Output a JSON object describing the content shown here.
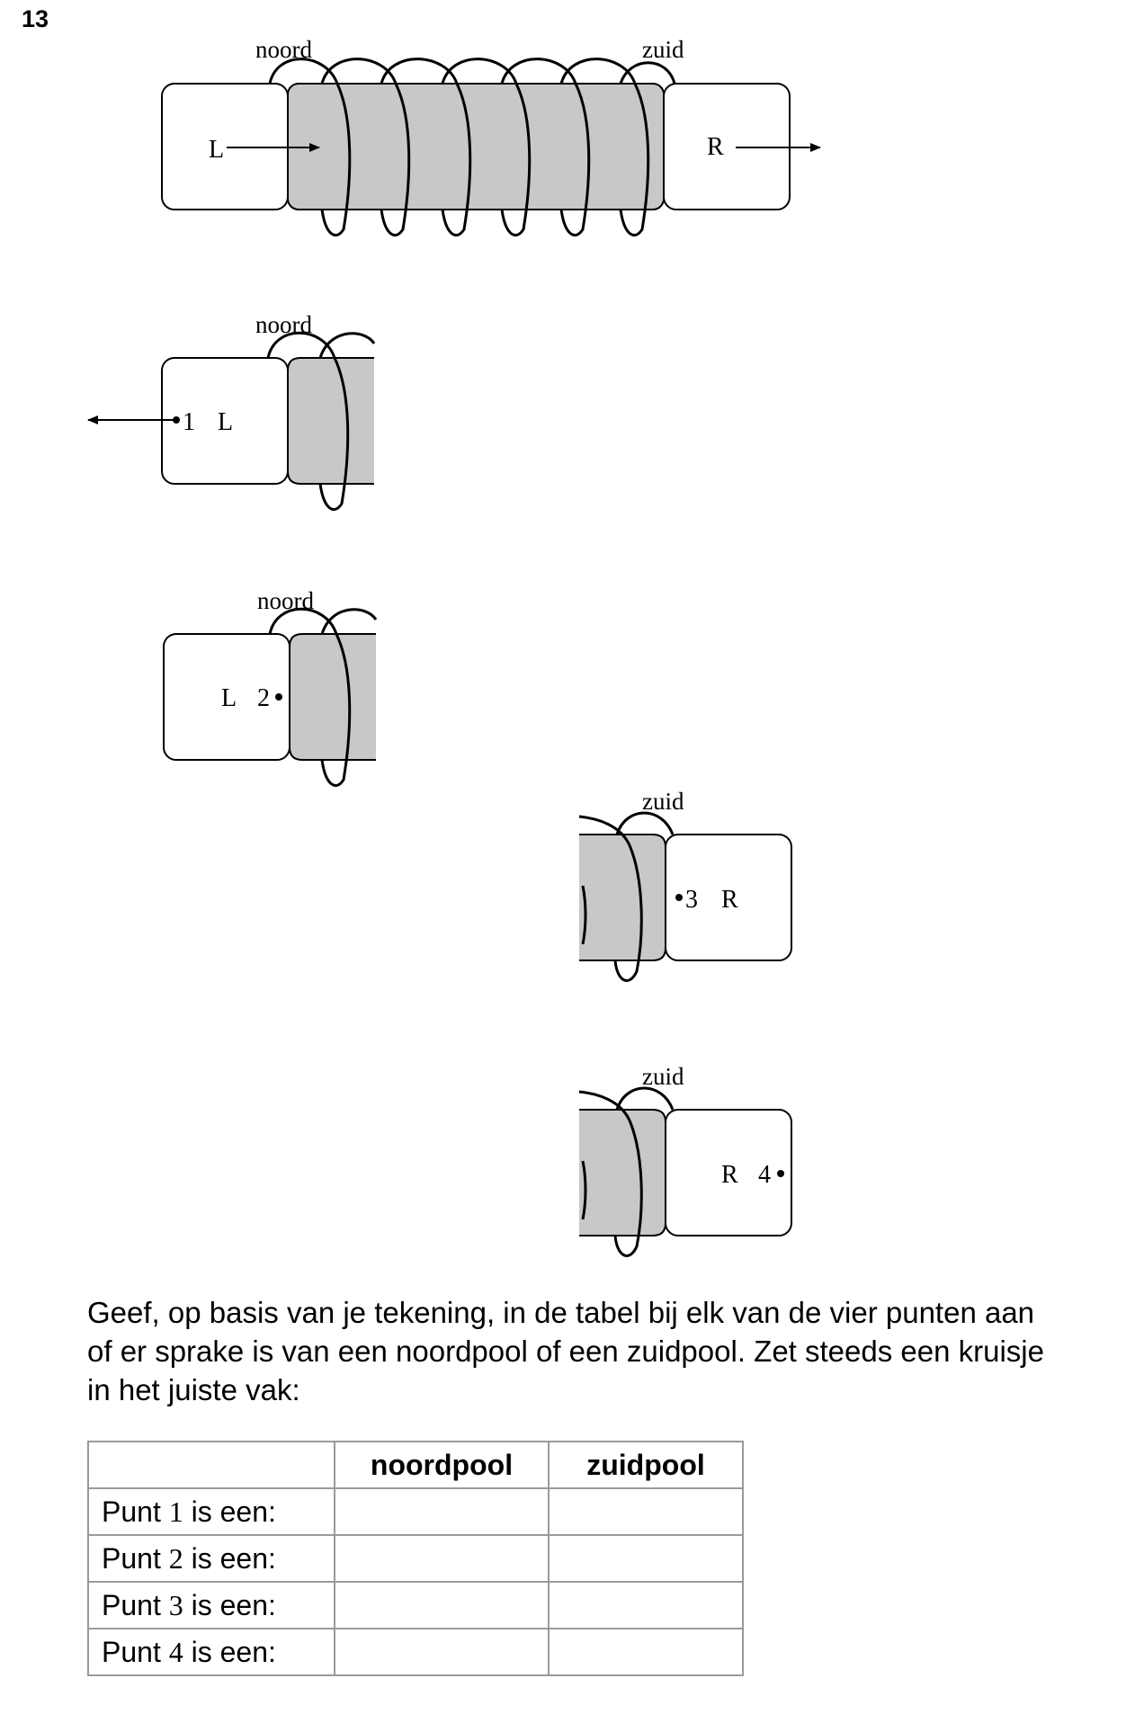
{
  "question_number": "13",
  "figures": {
    "main": {
      "left_label": "L",
      "right_label": "R",
      "top_left_label": "noord",
      "top_right_label": "zuid"
    },
    "fig1": {
      "pole_label": "noord",
      "point": "1",
      "side": "L"
    },
    "fig2": {
      "pole_label": "noord",
      "point": "2",
      "side": "L"
    },
    "fig3": {
      "pole_label": "zuid",
      "point": "3",
      "side": "R"
    },
    "fig4": {
      "pole_label": "zuid",
      "point": "4",
      "side": "R"
    }
  },
  "instruction": {
    "line1": "Geef, op basis van je tekening, in de tabel bij elk van de vier punten aan",
    "line2": "of er sprake is van een noordpool of een zuidpool. Zet steeds een kruisje",
    "line3": "in het juiste vak:"
  },
  "table": {
    "headers": [
      "",
      "noordpool",
      "zuidpool"
    ],
    "rows": [
      {
        "prefix": "Punt ",
        "num": "1",
        "suffix": " is een:"
      },
      {
        "prefix": "Punt ",
        "num": "2",
        "suffix": " is een:"
      },
      {
        "prefix": "Punt ",
        "num": "3",
        "suffix": " is een:"
      },
      {
        "prefix": "Punt ",
        "num": "4",
        "suffix": " is een:"
      }
    ]
  },
  "colors": {
    "core_fill": "#c8c8c8",
    "line": "#000000",
    "table_border": "#9a9a9a"
  }
}
